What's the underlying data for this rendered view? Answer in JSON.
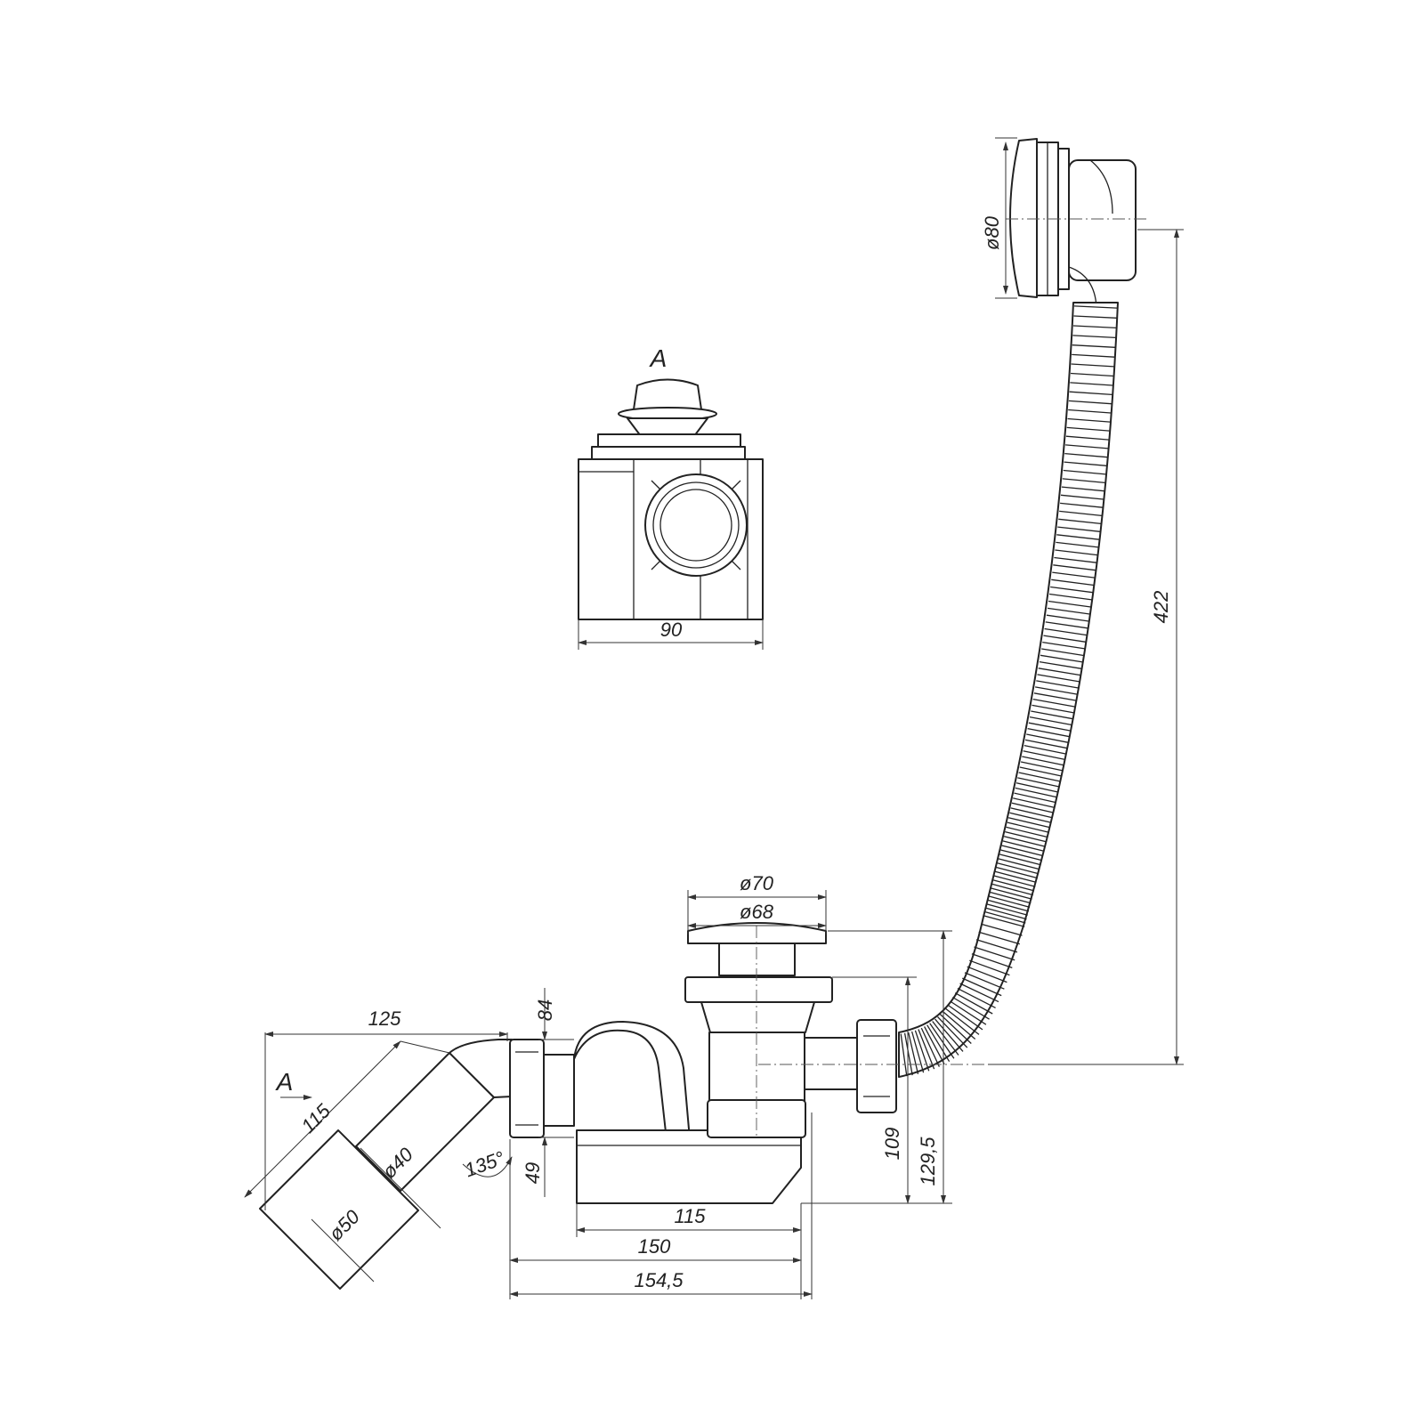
{
  "view_label": "A",
  "section_marker": "A",
  "dimensions": {
    "overflow_diameter": "ø80",
    "height_overflow": "422",
    "detail_width": "90",
    "plug_outer_diameter": "ø70",
    "plug_inner_diameter": "ø68",
    "outlet_horizontal": "125",
    "outlet_length": "115",
    "siphon_top": "84",
    "outlet_inner_diameter": "ø40",
    "outlet_outer_diameter": "ø50",
    "outlet_angle": "135°",
    "siphon_bottom": "49",
    "height_109": "109",
    "height_129": "129,5",
    "base_115": "115",
    "base_150": "150",
    "base_154": "154,5"
  }
}
